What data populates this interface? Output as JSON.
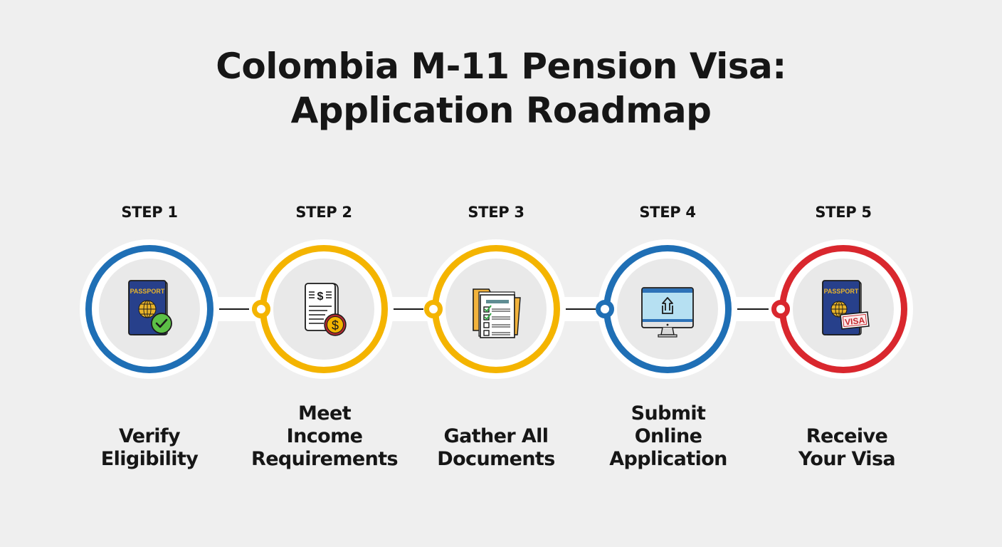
{
  "title": {
    "line1": "Colombia M-11 Pension Visa:",
    "line2": "Application Roadmap"
  },
  "colors": {
    "background": "#efefef",
    "blue": "#1f6fb5",
    "yellow": "#f4b400",
    "red": "#d9272e"
  },
  "steps": [
    {
      "label": "STEP 1",
      "icon": "passport-check-icon",
      "color": "#1f6fb5",
      "lines": [
        "Verify",
        "Eligibility"
      ]
    },
    {
      "label": "STEP 2",
      "icon": "income-document-coin-icon",
      "color": "#f4b400",
      "lines": [
        "Meet",
        "Income",
        "Requirements"
      ]
    },
    {
      "label": "STEP 3",
      "icon": "folder-checklist-icon",
      "color": "#f4b400",
      "lines": [
        "Gather All",
        "Documents"
      ]
    },
    {
      "label": "STEP 4",
      "icon": "monitor-upload-icon",
      "color": "#1f6fb5",
      "lines": [
        "Submit",
        "Online",
        "Application"
      ]
    },
    {
      "label": "STEP 5",
      "icon": "passport-visa-icon",
      "color": "#d9272e",
      "lines": [
        "Receive",
        "Your Visa"
      ]
    }
  ],
  "icon_text": {
    "passport": "PASSPORT",
    "visa": "VISA",
    "dollar": "$"
  }
}
